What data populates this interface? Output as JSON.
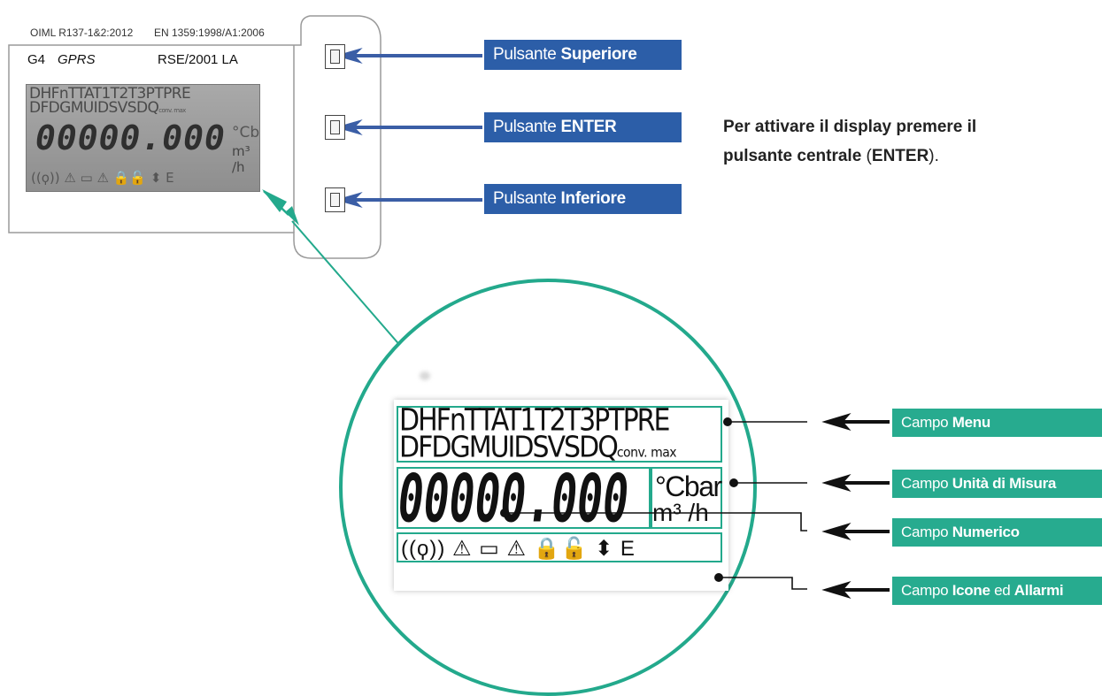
{
  "meter": {
    "standard_left": "OIML R137-1&2:2012",
    "standard_right": "EN 1359:1998/A1:2006",
    "size": "G4",
    "comm": "GPRS",
    "model": "RSE/2001 LA",
    "lcd": {
      "menu_line1": "DHFnTTAT1T2T3PTPRE",
      "menu_line2": "DFDGMUIDSVSDQ",
      "menu_sub": "conv. max",
      "digits": "00000.000",
      "unit_top": "°Cbar",
      "unit_bottom": "m³ /h",
      "icons": "((ϙ)) ⚠ ▭ ⚠ 🔒🔓 ⬍ E"
    }
  },
  "buttons": {
    "upper": {
      "prefix": "Pulsante ",
      "bold": "Superiore"
    },
    "enter": {
      "prefix": "Pulsante ",
      "bold": "ENTER"
    },
    "lower": {
      "prefix": "Pulsante ",
      "bold": "Inferiore"
    }
  },
  "instruction": {
    "line1": "Per attivare il display premere il",
    "line2_bold1": "pulsante centrale",
    "line2_paren_open": " (",
    "line2_bold2": "ENTER",
    "line2_paren_close": ")."
  },
  "zoom_lcd": {
    "menu_line1": "DHFnTTAT1T2T3PTPRE",
    "menu_line2": "DFDGMUIDSVSDQ",
    "menu_sub": "conv. max",
    "digits": "00000.000",
    "unit_top": "°Cbar",
    "unit_bottom": "m³ /h",
    "icons": "((ϙ)) ⚠ ▭ ⚠ 🔒🔓 ⬍ E"
  },
  "fields": {
    "menu": {
      "prefix": "Campo ",
      "bold": "Menu",
      "suffix": ""
    },
    "units": {
      "prefix": "Campo ",
      "bold": "Unità di  Misura",
      "suffix": ""
    },
    "numeric": {
      "prefix": "Campo ",
      "bold": "Numerico",
      "suffix": ""
    },
    "icons": {
      "prefix": "Campo ",
      "bold": "Icone",
      "mid": " ed ",
      "bold2": "Allarmi"
    }
  },
  "colors": {
    "blue_label": "#2c5ea8",
    "green_accent": "#23a98c",
    "arrow_blue": "#3b5ea6",
    "arrow_black": "#111111"
  }
}
